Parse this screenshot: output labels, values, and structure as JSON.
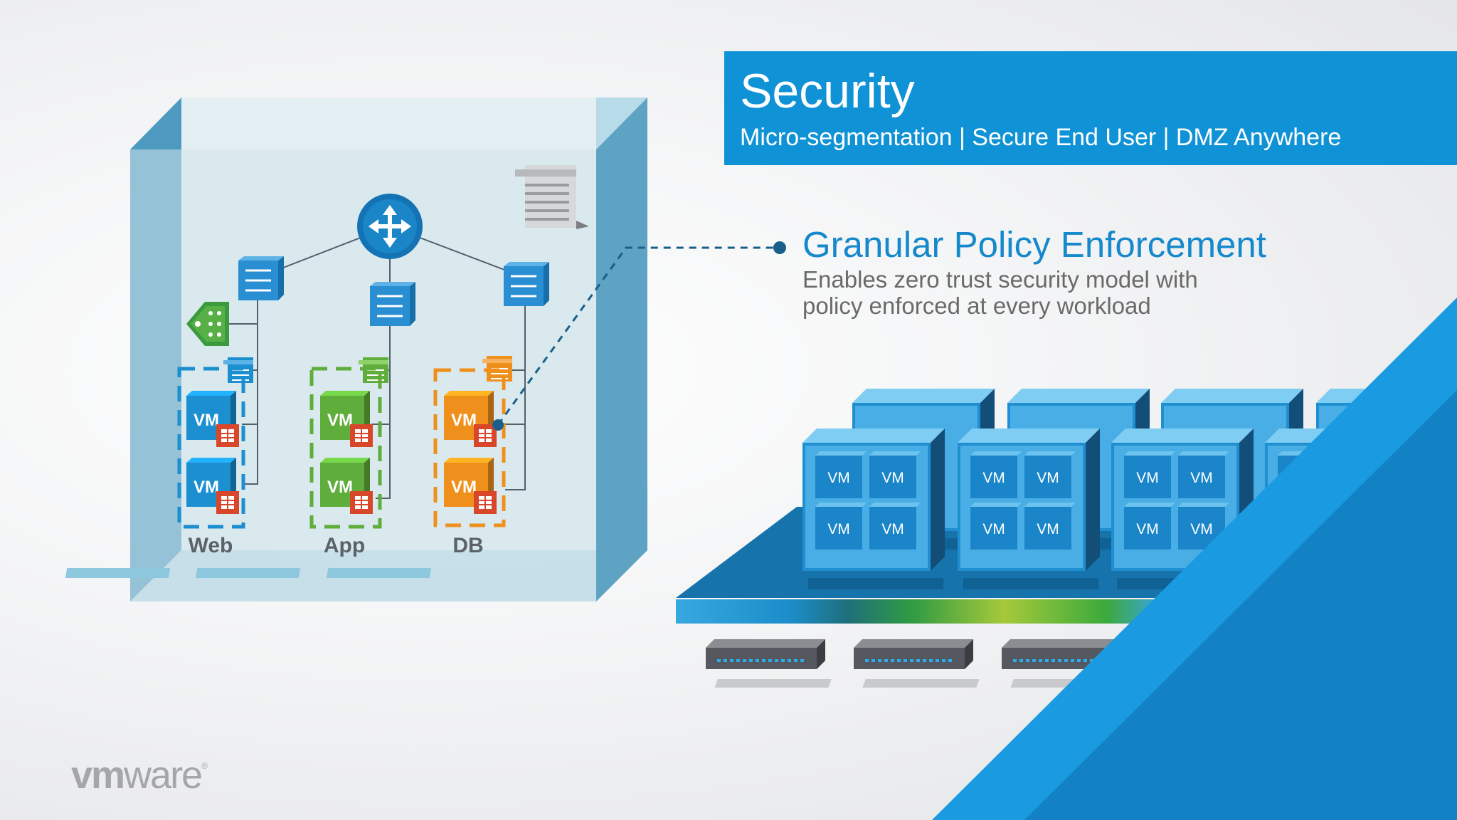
{
  "banner": {
    "title": "Security",
    "subtitle": "Micro-segmentation | Secure End User | DMZ Anywhere",
    "color": "#0f93d6"
  },
  "callout": {
    "title": "Granular Policy Enforcement",
    "line1": "Enables zero trust security model with",
    "line2": "policy enforced at every workload"
  },
  "diagram": {
    "vm_label": "VM",
    "tiers": [
      {
        "label": "Web",
        "color": "#1b8fd0"
      },
      {
        "label": "App",
        "color": "#5fad3a"
      },
      {
        "label": "DB",
        "color": "#f0901c"
      }
    ],
    "icons": [
      "router-icon",
      "switch-icon",
      "firewall-icon",
      "load-balancer-icon",
      "policy-document-icon",
      "server-rack-icon"
    ]
  },
  "logo": {
    "bold": "vm",
    "rest": "ware",
    "mark": "®"
  }
}
